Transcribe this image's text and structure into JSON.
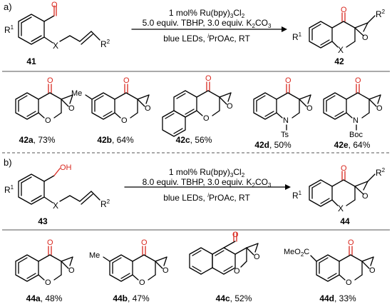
{
  "panel_a": {
    "label": "a)",
    "r1": "R",
    "r1_sup": "1",
    "x": "X",
    "r2": "R",
    "r2_sup": "2",
    "start_id": "41",
    "conditions": {
      "line1_pre": "1 mol% Ru(bpy)",
      "line1_sub": "3",
      "line1_post": "Cl",
      "line1_sub2": "2",
      "line2_pre": "5.0 equiv. TBHP, 3.0 equiv. K",
      "line2_sub": "2",
      "line2_post": "CO",
      "line2_sub2": "3",
      "line3_pre": "blue LEDs, ",
      "line3_italic": "i",
      "line3_post": "PrOAc, RT"
    },
    "product_id": "42",
    "examples": [
      {
        "id": "42a",
        "yield": ", 73%"
      },
      {
        "id": "42b",
        "yield": ", 64%",
        "sub": "Me"
      },
      {
        "id": "42c",
        "yield": ", 56%"
      },
      {
        "id": "42d",
        "yield": ", 50%",
        "n_sub": "Ts",
        "n": "N"
      },
      {
        "id": "42e",
        "yield": ", 64%",
        "n_sub": "Boc",
        "n": "N"
      }
    ]
  },
  "panel_b": {
    "label": "b)",
    "oh": "OH",
    "start_id": "43",
    "conditions": {
      "line1_pre": "1 mol% Ru(bpy)",
      "line1_sub": "3",
      "line1_post": "Cl",
      "line1_sub2": "2",
      "line2_pre": "8.0 equiv. TBHP, 3.0 equiv. K",
      "line2_sub": "2",
      "line2_post": "CO",
      "line2_sub2": "3",
      "line3_pre": "blue LEDs, ",
      "line3_italic": "i",
      "line3_post": "PrOAc, RT"
    },
    "product_id": "44",
    "examples": [
      {
        "id": "44a",
        "yield": ", 48%"
      },
      {
        "id": "44b",
        "yield": ", 47%",
        "sub": "Me"
      },
      {
        "id": "44c",
        "yield": ", 52%"
      },
      {
        "id": "44d",
        "yield": ", 33%",
        "sub": "MeO",
        "sub_sub": "2",
        "sub_post": "C"
      }
    ]
  },
  "atoms": {
    "O": "O"
  },
  "colors": {
    "carbonyl_red": "#d9281f",
    "ink": "#000000",
    "rule": "#555555"
  }
}
